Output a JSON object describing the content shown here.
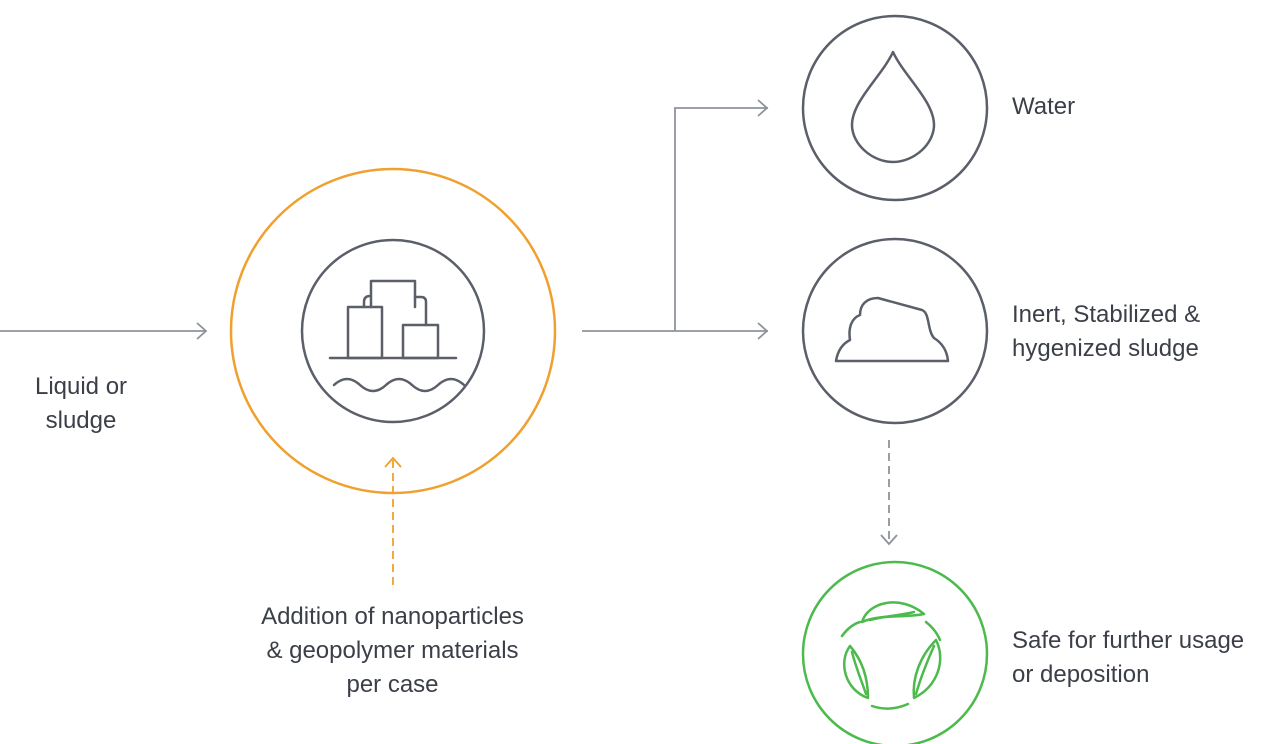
{
  "input": {
    "line1": "Liquid or",
    "line2": "sludge"
  },
  "additive": {
    "line1": "Addition of nanoparticles",
    "line2": "& geopolymer materials",
    "line3": "per case"
  },
  "outputs": {
    "water": {
      "label": "Water",
      "icon": "water-drop-icon"
    },
    "sludge": {
      "line1": "Inert, Stabilized &",
      "line2": "hygenized sludge",
      "icon": "sludge-mound-icon"
    },
    "safe": {
      "line1": "Safe for further usage",
      "line2": "or deposition",
      "icon": "recycle-leaves-icon"
    }
  },
  "process": {
    "icon": "treatment-plant-icon"
  },
  "colors": {
    "line": "#8e939b",
    "circle": "#5a5f69",
    "process_ring": "#f0a02e",
    "recycle": "#4cba4c"
  }
}
